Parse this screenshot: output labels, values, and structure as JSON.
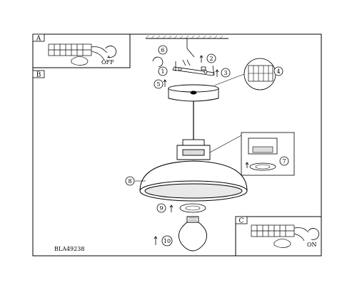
{
  "panels": {
    "a": {
      "letter": "A",
      "state_label": "OFF"
    },
    "b": {
      "letter": "B"
    },
    "c": {
      "letter": "C",
      "state_label": "ON"
    }
  },
  "steps": [
    "1",
    "2",
    "3",
    "4",
    "5",
    "6",
    "7",
    "8",
    "9",
    "10"
  ],
  "document": {
    "code": "BLA49238"
  }
}
